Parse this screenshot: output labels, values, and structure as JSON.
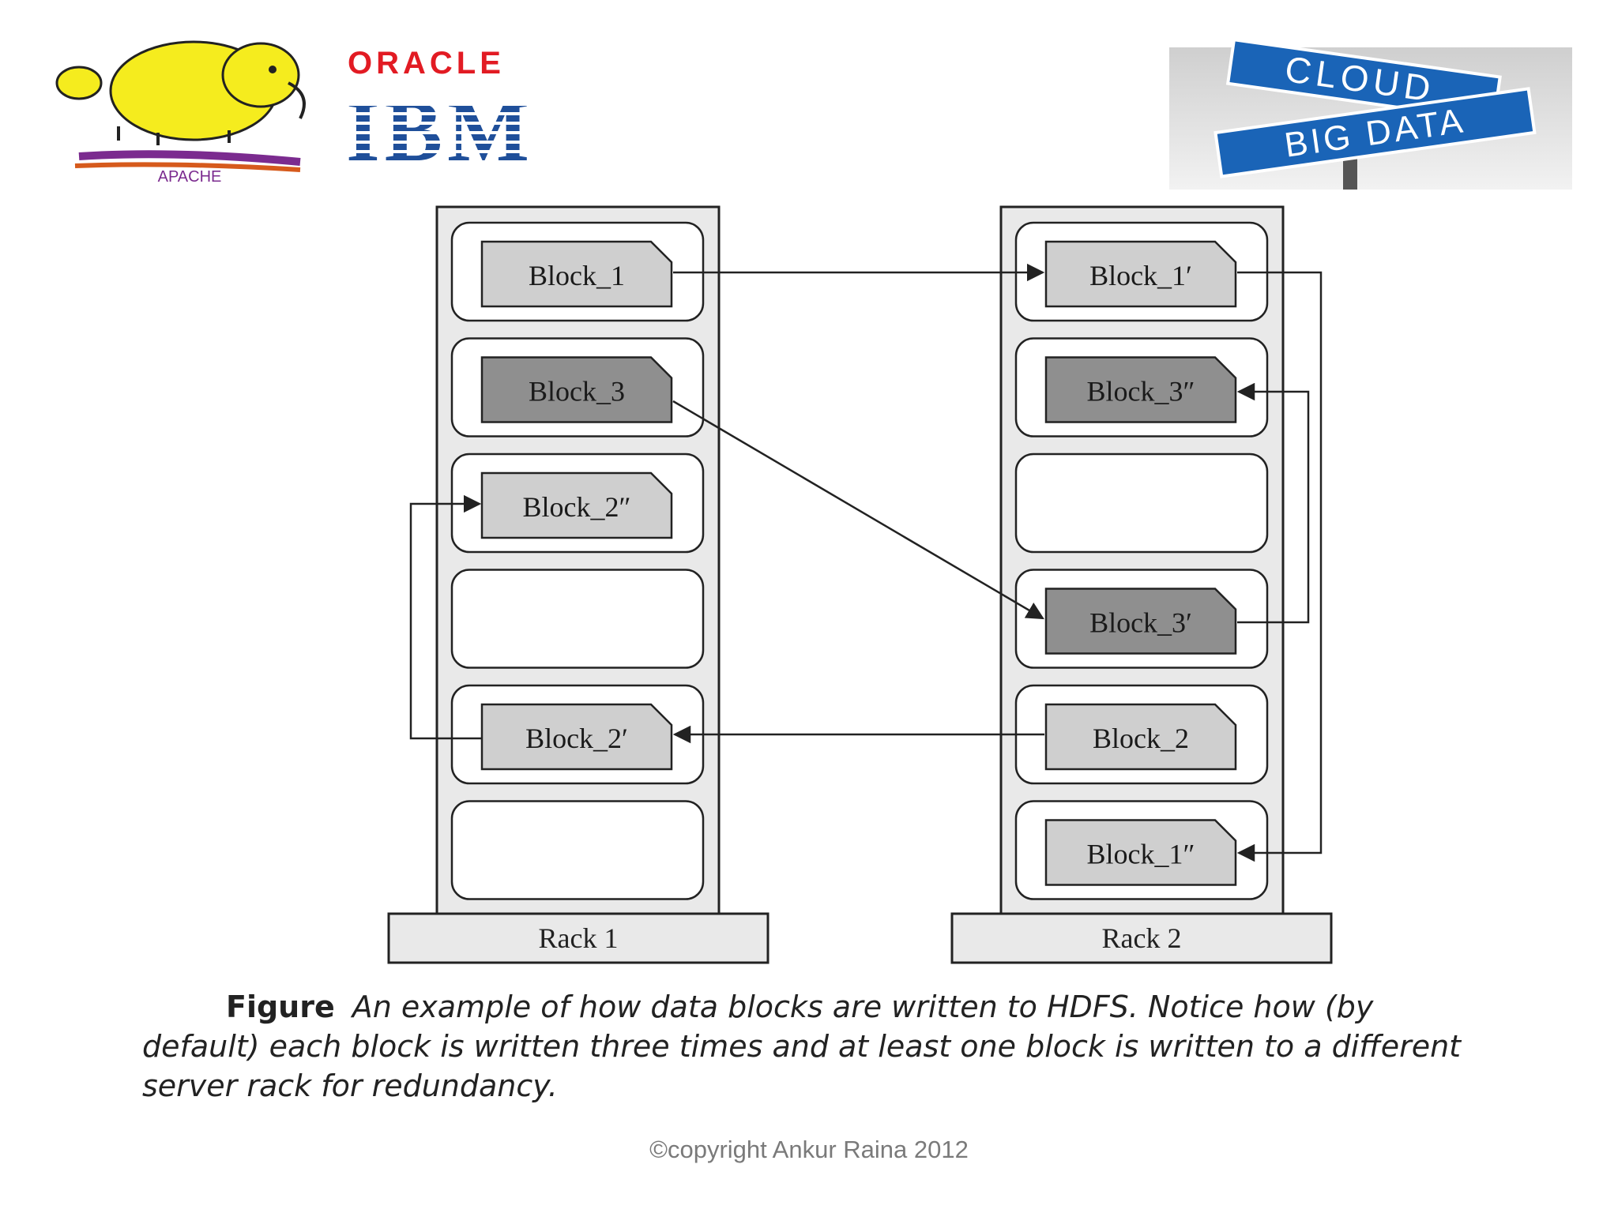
{
  "logos": {
    "hadoop": {
      "alt": "Hadoop elephant",
      "tag": "APACHE"
    },
    "oracle": {
      "text": "ORACLE",
      "color": "#e21b23"
    },
    "ibm": {
      "text": "IBM",
      "color": "#1f4f9a"
    },
    "cloud_sign": {
      "sign_top": "CLOUD",
      "sign_bottom": "BIG DATA",
      "color": "#1a64b7"
    }
  },
  "diagram": {
    "racks": [
      {
        "label": "Rack 1",
        "slots": [
          "Block_1",
          "Block_3",
          "Block_2″",
          "",
          "Block_2′",
          ""
        ]
      },
      {
        "label": "Rack 2",
        "slots": [
          "Block_1′",
          "Block_3″",
          "",
          "Block_3′",
          "Block_2",
          "Block_1″"
        ]
      }
    ],
    "dark_blocks": [
      "Block_3",
      "Block_3″",
      "Block_3′"
    ],
    "colors": {
      "light_block": "#cfcfcf",
      "dark_block": "#8f8f8f",
      "rack_fill": "#e9e9e9",
      "line": "#222222"
    }
  },
  "caption": {
    "label": "Figure",
    "text": "An example of how data blocks are written to HDFS. Notice how (by default) each block is written three times and at least one block is written to a different server rack for redundancy."
  },
  "footer": {
    "copyright": "©copyright Ankur Raina 2012"
  }
}
